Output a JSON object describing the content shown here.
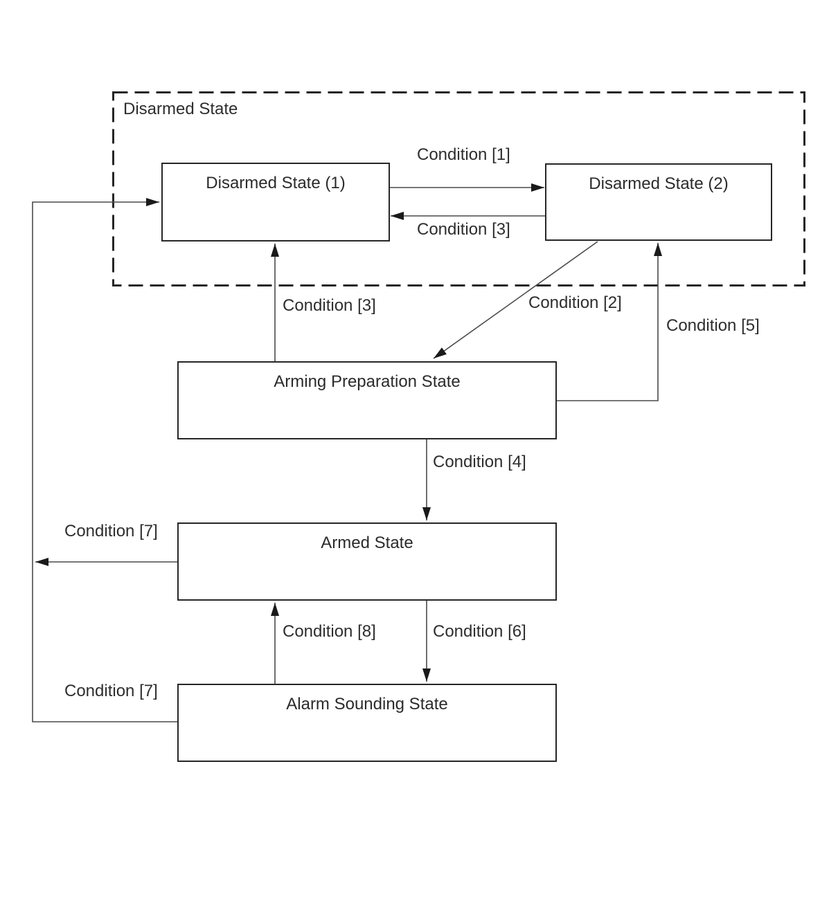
{
  "colors": {
    "background": "#ffffff",
    "ink": "#2e2e2e",
    "box_border": "#262626",
    "line": "#4a4a4a"
  },
  "diagram": {
    "group_label": "Disarmed State",
    "nodes": [
      {
        "id": "disarmed-1",
        "label": "Disarmed State (1)"
      },
      {
        "id": "disarmed-2",
        "label": "Disarmed State (2)"
      },
      {
        "id": "arming-prep",
        "label": "Arming Preparation State"
      },
      {
        "id": "armed",
        "label": "Armed State"
      },
      {
        "id": "alarm-sounding",
        "label": "Alarm Sounding State"
      }
    ],
    "edges": [
      {
        "from": "Disarmed State (1)",
        "to": "Disarmed State (2)",
        "label": "Condition [1]"
      },
      {
        "from": "Disarmed State (2)",
        "to": "Disarmed State (1)",
        "label": "Condition [3]"
      },
      {
        "from": "Arming Preparation State",
        "to": "Disarmed State (1)",
        "label": "Condition [3]"
      },
      {
        "from": "Disarmed State (2)",
        "to": "Arming Preparation State",
        "label": "Condition [2]"
      },
      {
        "from": "Arming Preparation State",
        "to": "Disarmed State (2)",
        "label": "Condition [5]"
      },
      {
        "from": "Arming Preparation State",
        "to": "Armed State",
        "label": "Condition [4]"
      },
      {
        "from": "Armed State",
        "to": "Disarmed State (1)",
        "label": "Condition [7]"
      },
      {
        "from": "Alarm Sounding State",
        "to": "Disarmed State (1)",
        "label": "Condition [7]"
      },
      {
        "from": "Alarm Sounding State",
        "to": "Armed State",
        "label": "Condition [8]"
      },
      {
        "from": "Armed State",
        "to": "Alarm Sounding State",
        "label": "Condition [6]"
      }
    ]
  }
}
